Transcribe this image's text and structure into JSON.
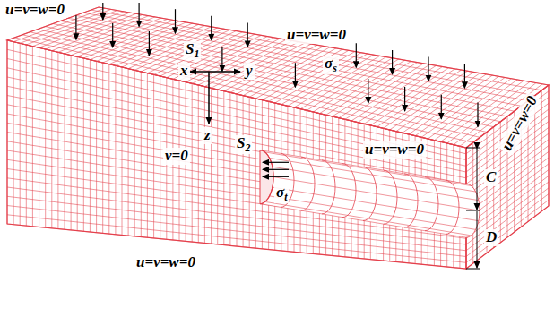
{
  "diagram": {
    "labels": [
      "u=v=w=0",
      "σs",
      "u=v=w=0",
      "S1",
      "x",
      "y",
      "z",
      "v=0",
      "S2",
      "σt",
      "u=v=w=0",
      "C",
      "u=v=w=0",
      "D",
      "u=v=w=0"
    ]
  }
}
